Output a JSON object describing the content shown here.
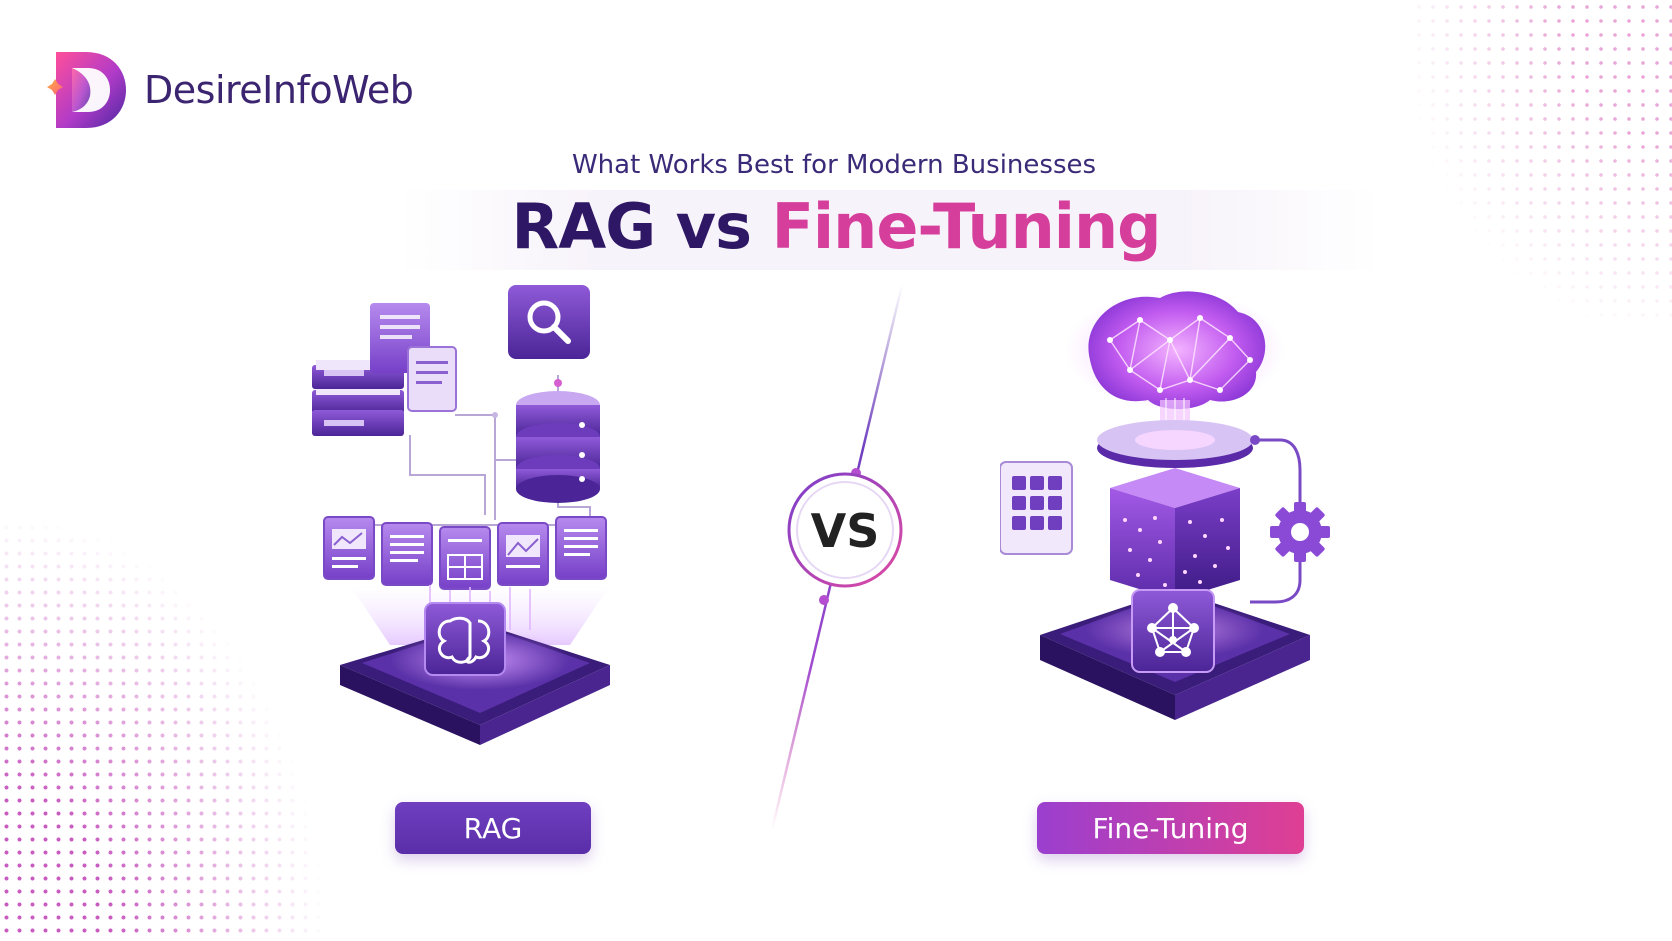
{
  "brand": {
    "name": "DesireInfoWeb"
  },
  "header": {
    "subtitle": "What Works Best for Modern Businesses",
    "title_left": "RAG vs ",
    "title_right": "Fine-Tuning"
  },
  "vs_label": "VS",
  "labels": {
    "left": "RAG",
    "right": "Fine-Tuning"
  },
  "icons": {
    "left": [
      "books-icon",
      "documents-icon",
      "search-icon",
      "database-icon",
      "image-chart-icon",
      "text-document-icon",
      "table-icon",
      "image-icon",
      "brain-chip-icon",
      "platform-icon"
    ],
    "right": [
      "neural-brain-icon",
      "grid-icon",
      "data-cube-icon",
      "gear-icon",
      "neural-network-icon",
      "platform-icon"
    ]
  },
  "colors": {
    "navy": "#2e1765",
    "pink": "#d63e9c",
    "purple": "#6f3fc0",
    "violet": "#a64fe0"
  }
}
